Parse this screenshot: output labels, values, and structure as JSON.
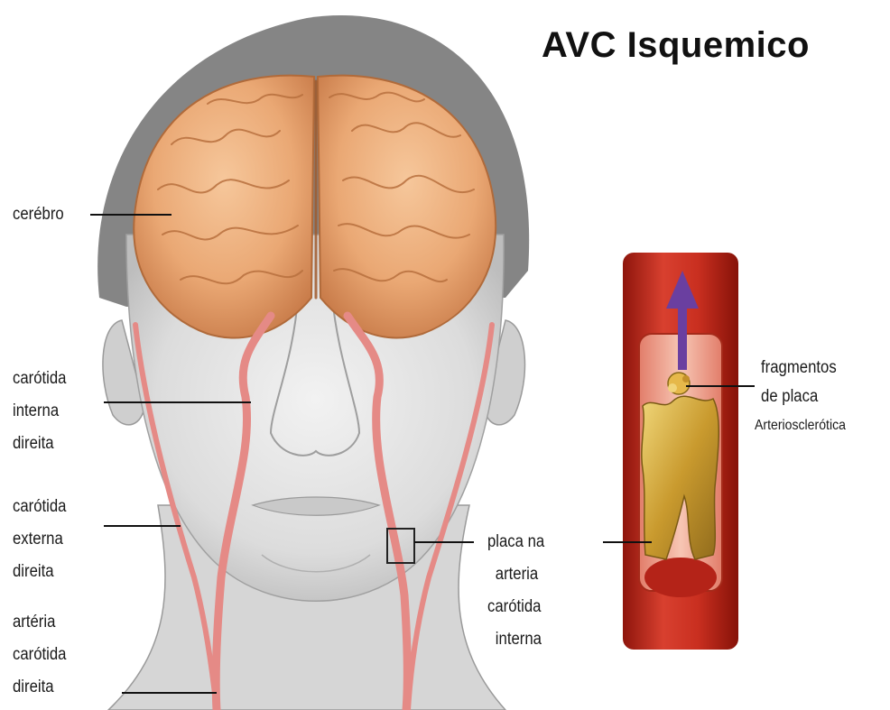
{
  "title": "AVC Isquemico",
  "labels": {
    "cerebro": [
      "cerébro"
    ],
    "carotida_interna_direita": [
      "carótida",
      "interna",
      "direita"
    ],
    "carotida_externa_direita": [
      "carótida",
      "externa",
      "direita"
    ],
    "arteria_carotida_direita": [
      "artéria",
      "carótida",
      "direita"
    ],
    "placa_na_arteria": [
      "placa na",
      "arteria",
      "carótida",
      "interna"
    ],
    "fragmentos_de_placa": [
      "fragmentos",
      "de placa",
      "Arteriosclerótica"
    ]
  },
  "colors": {
    "brain": "#e9a872",
    "brain_shadow": "#c97c4a",
    "artery": "#e58a86",
    "vessel_wall": "#c0281c",
    "vessel_lumen": "#f2b4a0",
    "plaque": "#d8b240",
    "hair": "#7d7d7d",
    "skin": "#d9d9d9",
    "arrow": "#6a3fa0"
  }
}
